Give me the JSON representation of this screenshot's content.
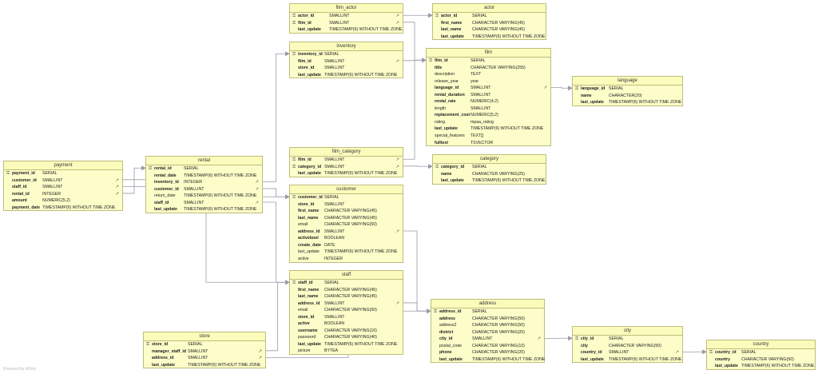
{
  "credit": "Powered by dFlick",
  "icons": {
    "primary_key": "key-icon",
    "foreign_key": "arrow-northeast-icon"
  },
  "colors": {
    "table_fill": "#fdfdc9",
    "table_border": "#bdbd7a",
    "edge": "#9a9aa8"
  },
  "tables": [
    {
      "id": "film_actor",
      "title": "film_actor",
      "columns": [
        {
          "name": "actor_id",
          "type": "SMALLINT",
          "pk": true,
          "fk": true,
          "bold": true
        },
        {
          "name": "film_id",
          "type": "SMALLINT",
          "pk": true,
          "fk": true,
          "bold": true
        },
        {
          "name": "last_update",
          "type": "TIMESTAMP(6) WITHOUT TIME ZONE",
          "bold": true
        }
      ]
    },
    {
      "id": "actor",
      "title": "actor",
      "columns": [
        {
          "name": "actor_id",
          "type": "SERIAL",
          "pk": true,
          "bold": true
        },
        {
          "name": "first_name",
          "type": "CHARACTER VARYING(45)",
          "bold": true
        },
        {
          "name": "last_name",
          "type": "CHARACTER VARYING(45)",
          "bold": true
        },
        {
          "name": "last_update",
          "type": "TIMESTAMP(6) WITHOUT TIME ZONE",
          "bold": true
        }
      ]
    },
    {
      "id": "inventory",
      "title": "inventory",
      "columns": [
        {
          "name": "inventory_id",
          "type": "SERIAL",
          "pk": true,
          "bold": true
        },
        {
          "name": "film_id",
          "type": "SMALLINT",
          "fk": true,
          "bold": true
        },
        {
          "name": "store_id",
          "type": "SMALLINT",
          "bold": true
        },
        {
          "name": "last_update",
          "type": "TIMESTAMP(6) WITHOUT TIME ZONE",
          "bold": true
        }
      ]
    },
    {
      "id": "film",
      "title": "film",
      "columns": [
        {
          "name": "film_id",
          "type": "SERIAL",
          "pk": true,
          "bold": true
        },
        {
          "name": "title",
          "type": "CHARACTER VARYING(255)",
          "bold": true
        },
        {
          "name": "description",
          "type": "TEXT"
        },
        {
          "name": "release_year",
          "type": "year"
        },
        {
          "name": "language_id",
          "type": "SMALLINT",
          "fk": true,
          "bold": true
        },
        {
          "name": "rental_duration",
          "type": "SMALLINT",
          "bold": true
        },
        {
          "name": "rental_rate",
          "type": "NUMERIC(4,2)",
          "bold": true
        },
        {
          "name": "length",
          "type": "SMALLINT"
        },
        {
          "name": "replacement_cost",
          "type": "NUMERIC(5,2)",
          "bold": true
        },
        {
          "name": "rating",
          "type": "mpaa_rating"
        },
        {
          "name": "last_update",
          "type": "TIMESTAMP(6) WITHOUT TIME ZONE",
          "bold": true
        },
        {
          "name": "special_features",
          "type": "TEXT[]"
        },
        {
          "name": "fulltext",
          "type": "TSVECTOR",
          "bold": true
        }
      ]
    },
    {
      "id": "language",
      "title": "language",
      "columns": [
        {
          "name": "language_id",
          "type": "SERIAL",
          "pk": true,
          "bold": true
        },
        {
          "name": "name",
          "type": "CHARACTER(20)",
          "bold": true
        },
        {
          "name": "last_update",
          "type": "TIMESTAMP(6) WITHOUT TIME ZONE",
          "bold": true
        }
      ]
    },
    {
      "id": "payment",
      "title": "payment",
      "columns": [
        {
          "name": "payment_id",
          "type": "SERIAL",
          "pk": true,
          "bold": true
        },
        {
          "name": "customer_id",
          "type": "SMALLINT",
          "fk": true,
          "bold": true
        },
        {
          "name": "staff_id",
          "type": "SMALLINT",
          "fk": true,
          "bold": true
        },
        {
          "name": "rental_id",
          "type": "INTEGER",
          "fk": true,
          "bold": true
        },
        {
          "name": "amount",
          "type": "NUMERIC(5,2)",
          "bold": true
        },
        {
          "name": "payment_date",
          "type": "TIMESTAMP(6) WITHOUT TIME ZONE",
          "bold": true
        }
      ]
    },
    {
      "id": "rental",
      "title": "rental",
      "columns": [
        {
          "name": "rental_id",
          "type": "SERIAL",
          "pk": true,
          "bold": true
        },
        {
          "name": "rental_date",
          "type": "TIMESTAMP(6) WITHOUT TIME ZONE",
          "bold": true
        },
        {
          "name": "inventory_id",
          "type": "INTEGER",
          "fk": true,
          "bold": true
        },
        {
          "name": "customer_id",
          "type": "SMALLINT",
          "fk": true,
          "bold": true
        },
        {
          "name": "return_date",
          "type": "TIMESTAMP(6) WITHOUT TIME ZONE"
        },
        {
          "name": "staff_id",
          "type": "SMALLINT",
          "fk": true,
          "bold": true
        },
        {
          "name": "last_update",
          "type": "TIMESTAMP(6) WITHOUT TIME ZONE",
          "bold": true
        }
      ]
    },
    {
      "id": "film_category",
      "title": "film_category",
      "columns": [
        {
          "name": "film_id",
          "type": "SMALLINT",
          "pk": true,
          "fk": true,
          "bold": true
        },
        {
          "name": "category_id",
          "type": "SMALLINT",
          "pk": true,
          "fk": true,
          "bold": true
        },
        {
          "name": "last_update",
          "type": "TIMESTAMP(6) WITHOUT TIME ZONE",
          "bold": true
        }
      ]
    },
    {
      "id": "category",
      "title": "category",
      "columns": [
        {
          "name": "category_id",
          "type": "SERIAL",
          "pk": true,
          "bold": true
        },
        {
          "name": "name",
          "type": "CHARACTER VARYING(25)",
          "bold": true
        },
        {
          "name": "last_update",
          "type": "TIMESTAMP(6) WITHOUT TIME ZONE",
          "bold": true
        }
      ]
    },
    {
      "id": "customer",
      "title": "customer",
      "columns": [
        {
          "name": "customer_id",
          "type": "SERIAL",
          "pk": true,
          "bold": true
        },
        {
          "name": "store_id",
          "type": "SMALLINT",
          "bold": true
        },
        {
          "name": "first_name",
          "type": "CHARACTER VARYING(45)",
          "bold": true
        },
        {
          "name": "last_name",
          "type": "CHARACTER VARYING(45)",
          "bold": true
        },
        {
          "name": "email",
          "type": "CHARACTER VARYING(50)"
        },
        {
          "name": "address_id",
          "type": "SMALLINT",
          "fk": true,
          "bold": true
        },
        {
          "name": "activebool",
          "type": "BOOLEAN",
          "bold": true
        },
        {
          "name": "create_date",
          "type": "DATE",
          "bold": true
        },
        {
          "name": "last_update",
          "type": "TIMESTAMP(6) WITHOUT TIME ZONE"
        },
        {
          "name": "active",
          "type": "INTEGER"
        }
      ]
    },
    {
      "id": "staff",
      "title": "staff",
      "columns": [
        {
          "name": "staff_id",
          "type": "SERIAL",
          "pk": true,
          "bold": true
        },
        {
          "name": "first_name",
          "type": "CHARACTER VARYING(45)",
          "bold": true
        },
        {
          "name": "last_name",
          "type": "CHARACTER VARYING(45)",
          "bold": true
        },
        {
          "name": "address_id",
          "type": "SMALLINT",
          "fk": true,
          "bold": true
        },
        {
          "name": "email",
          "type": "CHARACTER VARYING(50)"
        },
        {
          "name": "store_id",
          "type": "SMALLINT",
          "bold": true
        },
        {
          "name": "active",
          "type": "BOOLEAN",
          "bold": true
        },
        {
          "name": "username",
          "type": "CHARACTER VARYING(16)",
          "bold": true
        },
        {
          "name": "password",
          "type": "CHARACTER VARYING(40)"
        },
        {
          "name": "last_update",
          "type": "TIMESTAMP(6) WITHOUT TIME ZONE",
          "bold": true
        },
        {
          "name": "picture",
          "type": "BYTEA"
        }
      ]
    },
    {
      "id": "address",
      "title": "address",
      "columns": [
        {
          "name": "address_id",
          "type": "SERIAL",
          "pk": true,
          "bold": true
        },
        {
          "name": "address",
          "type": "CHARACTER VARYING(50)",
          "bold": true
        },
        {
          "name": "address2",
          "type": "CHARACTER VARYING(50)"
        },
        {
          "name": "district",
          "type": "CHARACTER VARYING(20)",
          "bold": true
        },
        {
          "name": "city_id",
          "type": "SMALLINT",
          "fk": true,
          "bold": true
        },
        {
          "name": "postal_code",
          "type": "CHARACTER VARYING(10)"
        },
        {
          "name": "phone",
          "type": "CHARACTER VARYING(20)",
          "bold": true
        },
        {
          "name": "last_update",
          "type": "TIMESTAMP(6) WITHOUT TIME ZONE",
          "bold": true
        }
      ]
    },
    {
      "id": "store",
      "title": "store",
      "columns": [
        {
          "name": "store_id",
          "type": "SERIAL",
          "pk": true,
          "bold": true
        },
        {
          "name": "manager_staff_id",
          "type": "SMALLINT",
          "fk": true,
          "bold": true
        },
        {
          "name": "address_id",
          "type": "SMALLINT",
          "fk": true,
          "bold": true
        },
        {
          "name": "last_update",
          "type": "TIMESTAMP(6) WITHOUT TIME ZONE",
          "bold": true
        }
      ]
    },
    {
      "id": "city",
      "title": "city",
      "columns": [
        {
          "name": "city_id",
          "type": "SERIAL",
          "pk": true,
          "bold": true
        },
        {
          "name": "city",
          "type": "CHARACTER VARYING(50)",
          "bold": true
        },
        {
          "name": "country_id",
          "type": "SMALLINT",
          "fk": true,
          "bold": true
        },
        {
          "name": "last_update",
          "type": "TIMESTAMP(6) WITHOUT TIME ZONE",
          "bold": true
        }
      ]
    },
    {
      "id": "country",
      "title": "country",
      "columns": [
        {
          "name": "country_id",
          "type": "SERIAL",
          "pk": true,
          "bold": true
        },
        {
          "name": "country",
          "type": "CHARACTER VARYING(50)",
          "bold": true
        },
        {
          "name": "last_update",
          "type": "TIMESTAMP(6) WITHOUT TIME ZONE",
          "bold": true
        }
      ]
    }
  ],
  "relations": [
    {
      "from": "film_actor.actor_id",
      "to": "actor.actor_id"
    },
    {
      "from": "film_actor.film_id",
      "to": "film.film_id"
    },
    {
      "from": "inventory.film_id",
      "to": "film.film_id"
    },
    {
      "from": "film.language_id",
      "to": "language.language_id"
    },
    {
      "from": "film_category.film_id",
      "to": "film.film_id"
    },
    {
      "from": "film_category.category_id",
      "to": "category.category_id"
    },
    {
      "from": "payment.rental_id",
      "to": "rental.rental_id"
    },
    {
      "from": "payment.customer_id",
      "to": "customer.customer_id"
    },
    {
      "from": "payment.staff_id",
      "to": "staff.staff_id"
    },
    {
      "from": "rental.inventory_id",
      "to": "inventory.inventory_id"
    },
    {
      "from": "rental.customer_id",
      "to": "customer.customer_id"
    },
    {
      "from": "rental.staff_id",
      "to": "staff.staff_id"
    },
    {
      "from": "customer.address_id",
      "to": "address.address_id"
    },
    {
      "from": "staff.address_id",
      "to": "address.address_id"
    },
    {
      "from": "store.address_id",
      "to": "address.address_id"
    },
    {
      "from": "store.manager_staff_id",
      "to": "staff.staff_id"
    },
    {
      "from": "address.city_id",
      "to": "city.city_id"
    },
    {
      "from": "city.country_id",
      "to": "country.country_id"
    }
  ]
}
